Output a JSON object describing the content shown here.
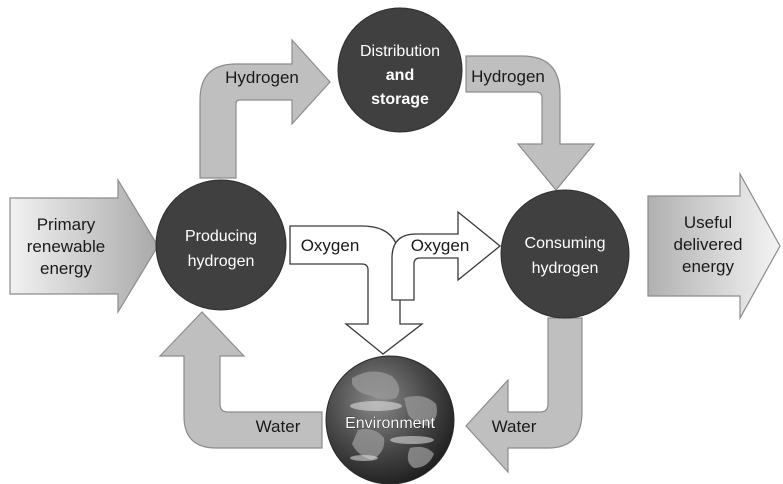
{
  "input": {
    "line1": "Primary",
    "line2": "renewable",
    "line3": "energy"
  },
  "output": {
    "line1": "Useful",
    "line2": "delivered",
    "line3": "energy"
  },
  "nodes": {
    "producing": {
      "line1": "Producing",
      "line2": "hydrogen"
    },
    "distribution": {
      "line1": "Distribution",
      "line2": "and",
      "line3": "storage"
    },
    "consuming": {
      "line1": "Consuming",
      "line2": "hydrogen"
    },
    "environment": {
      "label": "Environment"
    }
  },
  "flows": {
    "hydrogen_up": "Hydrogen",
    "hydrogen_down": "Hydrogen",
    "oxygen_left": "Oxygen",
    "oxygen_right": "Oxygen",
    "water_right": "Water",
    "water_left": "Water"
  },
  "colors": {
    "node_fill": "#404040",
    "arrow_gray": "#bfbfbf",
    "arrow_white": "#ffffff"
  }
}
